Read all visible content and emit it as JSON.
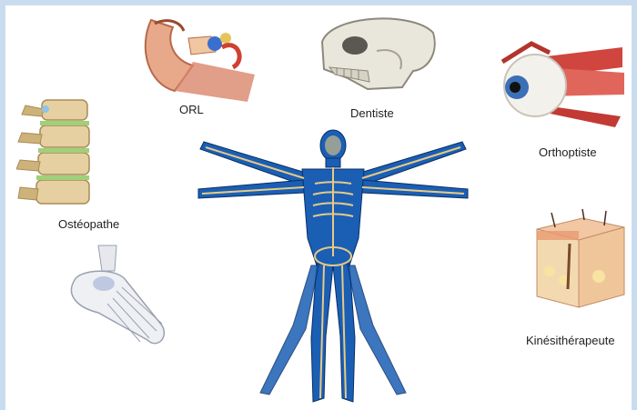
{
  "labels": {
    "ent": "ORL",
    "dentist": "Dentiste",
    "orthoptist": "Orthoptiste",
    "osteopath": "Ostéopathe",
    "physio": "Kinésithérapeute"
  },
  "colors": {
    "frame": "#c9dcef",
    "body_blue": "#1a5fb4",
    "body_dark": "#0b2f66",
    "bone": "#e8c984",
    "text": "#222222"
  },
  "illustrations": [
    "ear-anatomy",
    "skull",
    "eye-with-muscles",
    "spine-vertebrae",
    "foot-bones",
    "skin-cross-section",
    "human-body-vitruvian"
  ]
}
